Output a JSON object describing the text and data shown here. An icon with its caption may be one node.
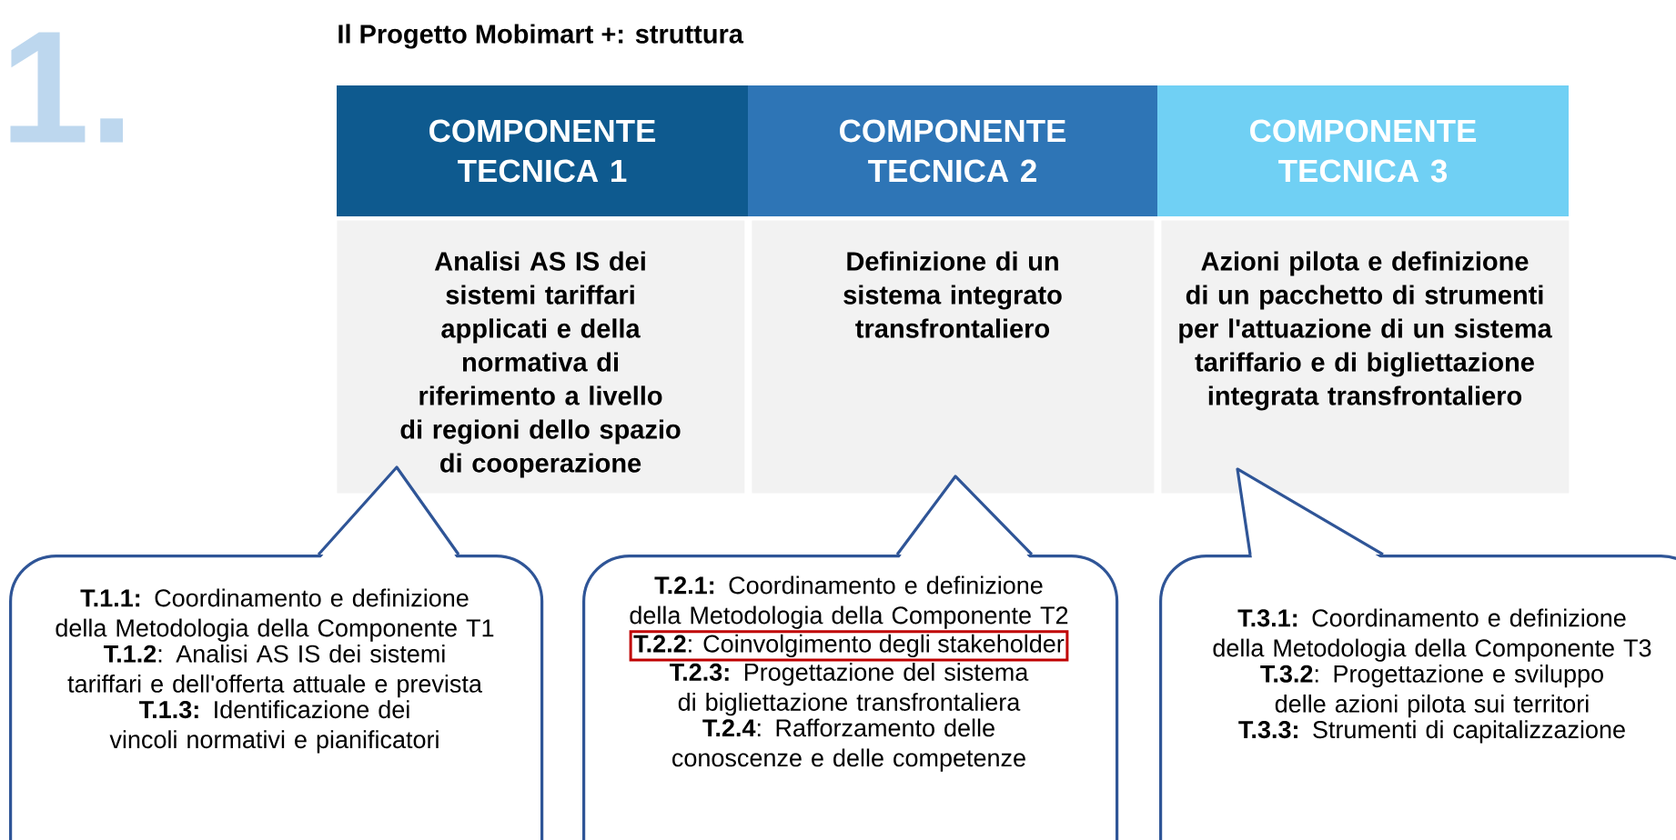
{
  "diagram": {
    "title": "Il Progetto Mobimart +: struttura",
    "nodes": [
      {
        "text": [
          "COMPONENTE TECNICA 1"
        ]
      },
      {
        "text": [
          "COMPONENTE TECNICA 2"
        ]
      },
      {
        "text": [
          "COMPONENTE TECNICA 3"
        ]
      },
      {
        "text": [
          "Analisi AS IS dei sistemi tariffari applicati e della normativa di riferimento a livello di regioni dello spazio di cooperazione"
        ]
      },
      {
        "text": [
          "Definizione di un sistema integrato transfrontaliero"
        ]
      },
      {
        "text": [
          "Azioni pilota e definizione di un pacchetto di strumenti per l'attuazione di un sistema tariffario e di bigliettazione integrata transfrontaliero"
        ]
      },
      {
        "text": [
          "**T.1.1:** Coordinamento e definizione della Metodologia della Componente T1",
          "**T.1.2**: Analisi AS IS dei sistemi tariffari e dell'offerta attuale e prevista",
          "**T.1.3:** Identificazione dei vincoli normativi e pianificatori"
        ]
      },
      {
        "text": [
          "**T.2.1:** Coordinamento e definizione della Metodologia della Componente T2",
          "**T.2.3:** Progettazione del sistema di bigliettazione transfrontaliera",
          "**T.2.4**: Rafforzamento delle conoscenze e delle competenze"
        ]
      },
      {
        "text": [
          "**T.3.1:** Coordinamento e definizione della Metodologia della Componente T3",
          "**T.3.2**: Progettazione e sviluppo delle azioni pilota sui territori",
          "**T.3.3:** Strumenti di capitalizzazione"
        ]
      },
      {
        "text": [
          "**T.2.2**: Coinvolgimento degli stakeholder"
        ],
        "in": 7
      }
    ],
    "labels": [
      "1."
    ]
  }
}
